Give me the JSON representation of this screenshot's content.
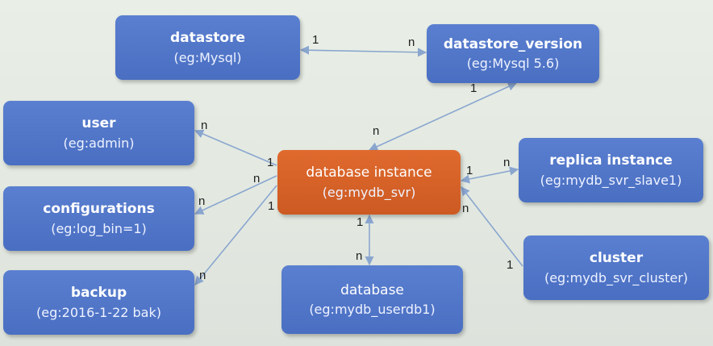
{
  "nodes": {
    "datastore": {
      "title": "datastore",
      "sub": "(eg:Mysql)"
    },
    "datastore_version": {
      "title": "datastore_version",
      "sub": "(eg:Mysql 5.6)"
    },
    "user": {
      "title": "user",
      "sub": "(eg:admin)"
    },
    "configurations": {
      "title": "configurations",
      "sub": "(eg:log_bin=1)"
    },
    "backup": {
      "title": "backup",
      "sub": "(eg:2016-1-22 bak)"
    },
    "instance": {
      "title": "database instance",
      "sub": "(eg:mydb_svr)"
    },
    "replica": {
      "title": "replica instance",
      "sub": "(eg:mydb_svr_slave1)"
    },
    "cluster": {
      "title": "cluster",
      "sub": "(eg:mydb_svr_cluster)"
    },
    "database": {
      "title": "database",
      "sub": "(eg:mydb_userdb1)"
    }
  },
  "relations": {
    "ds_dv": {
      "from": "1",
      "to": "n"
    },
    "dv_inst": {
      "from": "1",
      "to": "n"
    },
    "inst_user": {
      "from": "1",
      "to": "n"
    },
    "inst_config": {
      "from": "n",
      "to": "n"
    },
    "inst_backup": {
      "from": "1",
      "to": "n"
    },
    "inst_replica": {
      "from": "1",
      "to": "n"
    },
    "inst_cluster": {
      "from": "n",
      "to": "1"
    },
    "inst_db": {
      "from": "1",
      "to": "n"
    }
  },
  "colors": {
    "node_blue": "#4a6fc2",
    "node_orange": "#cc5a22",
    "connector": "#8aa6cf"
  }
}
